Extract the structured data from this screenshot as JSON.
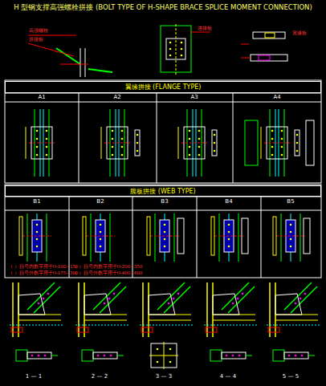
{
  "diagram": {
    "title": "H 型钢支撑高强螺栓拼接 (BOLT TYPE OF H-SHAPE BRACE SPLICE MOMENT CONNECTION)",
    "nodes": [
      {
        "text": [
          "翼缘拼接 (FLANGE TYPE)"
        ]
      },
      {
        "text": [
          "腹板拼接 (WEB TYPE)"
        ]
      }
    ],
    "labels": [
      "A1",
      "A2",
      "A3",
      "A4",
      "B1",
      "B2",
      "B3",
      "B4",
      "B5",
      "（ ）括号内数字用于H-100~150",
      "（ ）括号外数字用于H-175~300",
      "（ ）括号内数字用于H-200~350",
      "（ ）括号外数字用于H-400~600",
      "1 — 1",
      "2 — 2",
      "3 — 3",
      "4 — 4",
      "5 — 5",
      "高强螺栓",
      "拼接板",
      "连接板",
      "翼缘板"
    ]
  }
}
